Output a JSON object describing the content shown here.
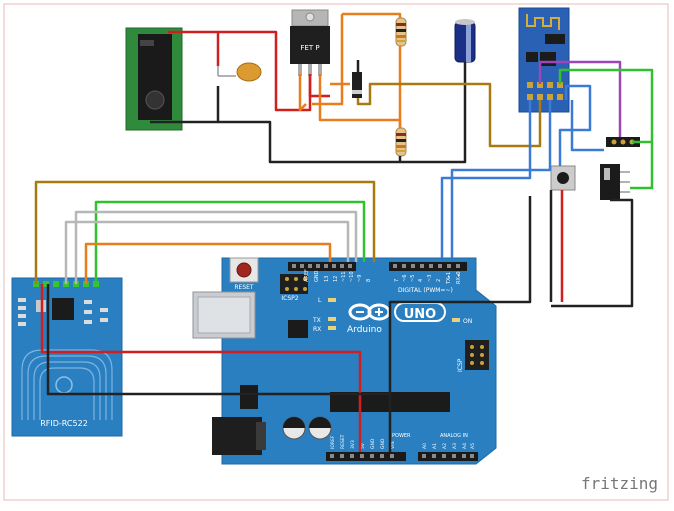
{
  "watermark": "fritzing",
  "arduino": {
    "reset_label": "RESET",
    "icsp2_label": "ICSP2",
    "brand": "Arduino",
    "model": "UNO",
    "on_label": "ON",
    "tx_label": "TX",
    "rx_label": "RX",
    "l_label": "L",
    "icsp_label": "ICSP",
    "digital_label": "DIGITAL (PWM=~)",
    "power_label": "POWER",
    "analog_label": "ANALOG IN",
    "aref_label": "AREF",
    "gnd_label": "GND",
    "top_pins": [
      "13",
      "12",
      "~11",
      "~10",
      "~9",
      "8",
      "7",
      "~6",
      "~5",
      "4",
      "~3",
      "2",
      "TX▸1",
      "RX◂0"
    ],
    "power_pins": [
      "IOREF",
      "RESET",
      "3V3",
      "5V",
      "GND",
      "GND",
      "VIN"
    ],
    "analog_pins": [
      "A0",
      "A1",
      "A2",
      "A3",
      "A4",
      "A5"
    ]
  },
  "rfid": {
    "label": "RFID-RC522"
  },
  "regulator": {
    "label": "FET P"
  },
  "colors": {
    "board_blue": "#2a7fc1",
    "wire_red": "#d01f1f",
    "wire_orange": "#e77d1c",
    "wire_brown": "#a77b12",
    "wire_green": "#32c12e",
    "wire_blue": "#3b7bd6",
    "wire_purple": "#9c46b8",
    "wire_black": "#222222",
    "wire_gray": "#b7b7b7"
  }
}
